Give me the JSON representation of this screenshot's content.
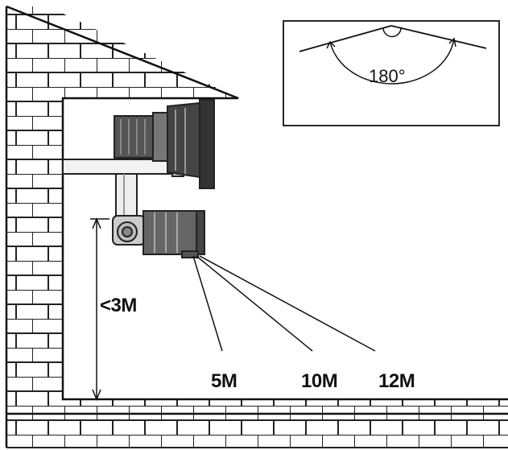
{
  "labels": {
    "height": "<3M",
    "range_1": "5M",
    "range_2": "10M",
    "range_3": "12M",
    "angle": "180°"
  },
  "colors": {
    "line": "#111111",
    "fixture": "#333333",
    "background": "#ffffff"
  }
}
